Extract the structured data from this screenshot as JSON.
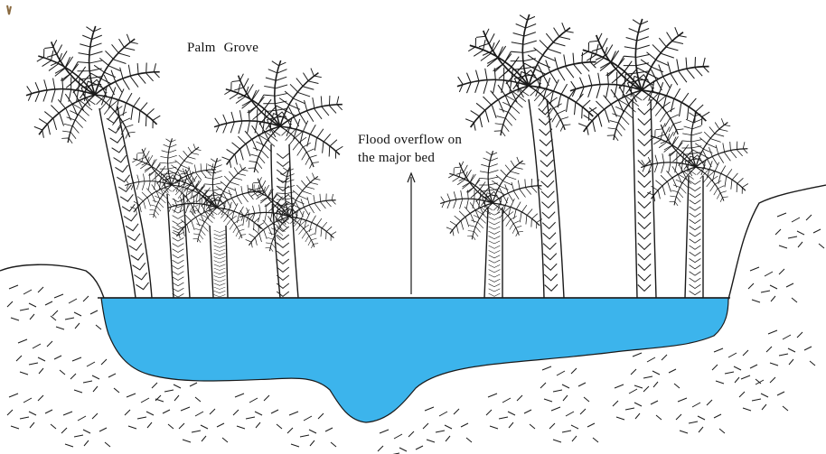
{
  "diagram": {
    "labels": {
      "palm_grove": "Palm Grove",
      "flood_line1": "Flood overflow on",
      "flood_line2": "the major bed"
    },
    "colors": {
      "water": "#3cb4ec",
      "ink": "#1a1a1a",
      "background": "#ffffff"
    },
    "elements": [
      "palm-trees",
      "river-channel-water",
      "riverbank-terrain",
      "flood-level-arrow"
    ]
  }
}
